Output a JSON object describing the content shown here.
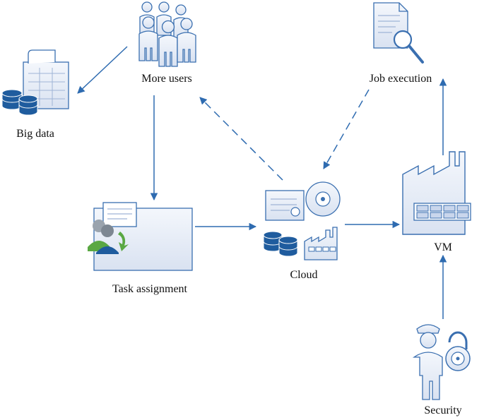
{
  "nodes": {
    "more_users": {
      "label": "More users",
      "icon": "users-group-icon"
    },
    "big_data": {
      "label": "Big data",
      "icon": "database-report-icon"
    },
    "job_execution": {
      "label": "Job execution",
      "icon": "document-search-icon"
    },
    "task_assignment": {
      "label": "Task assignment",
      "icon": "user-assignment-icon"
    },
    "cloud": {
      "label": "Cloud",
      "icon": "cloud-resources-icon"
    },
    "vm": {
      "label": "VM",
      "icon": "factory-icon"
    },
    "security": {
      "label": "Security",
      "icon": "guard-lock-icon"
    }
  },
  "colors": {
    "icon_fill": "#e6ecf7",
    "icon_stroke": "#3a6fb0",
    "arrow": "#2e6bb0",
    "database_dark": "#1f5c9e",
    "user_green": "#5aa843"
  },
  "edges": [
    {
      "from": "more_users",
      "to": "big_data",
      "style": "solid"
    },
    {
      "from": "more_users",
      "to": "task_assignment",
      "style": "solid"
    },
    {
      "from": "task_assignment",
      "to": "cloud",
      "style": "solid"
    },
    {
      "from": "cloud",
      "to": "more_users",
      "style": "dashed"
    },
    {
      "from": "job_execution",
      "to": "cloud",
      "style": "dashed"
    },
    {
      "from": "cloud",
      "to": "vm",
      "style": "solid"
    },
    {
      "from": "vm",
      "to": "job_execution",
      "style": "solid"
    },
    {
      "from": "security",
      "to": "vm",
      "style": "solid"
    }
  ]
}
